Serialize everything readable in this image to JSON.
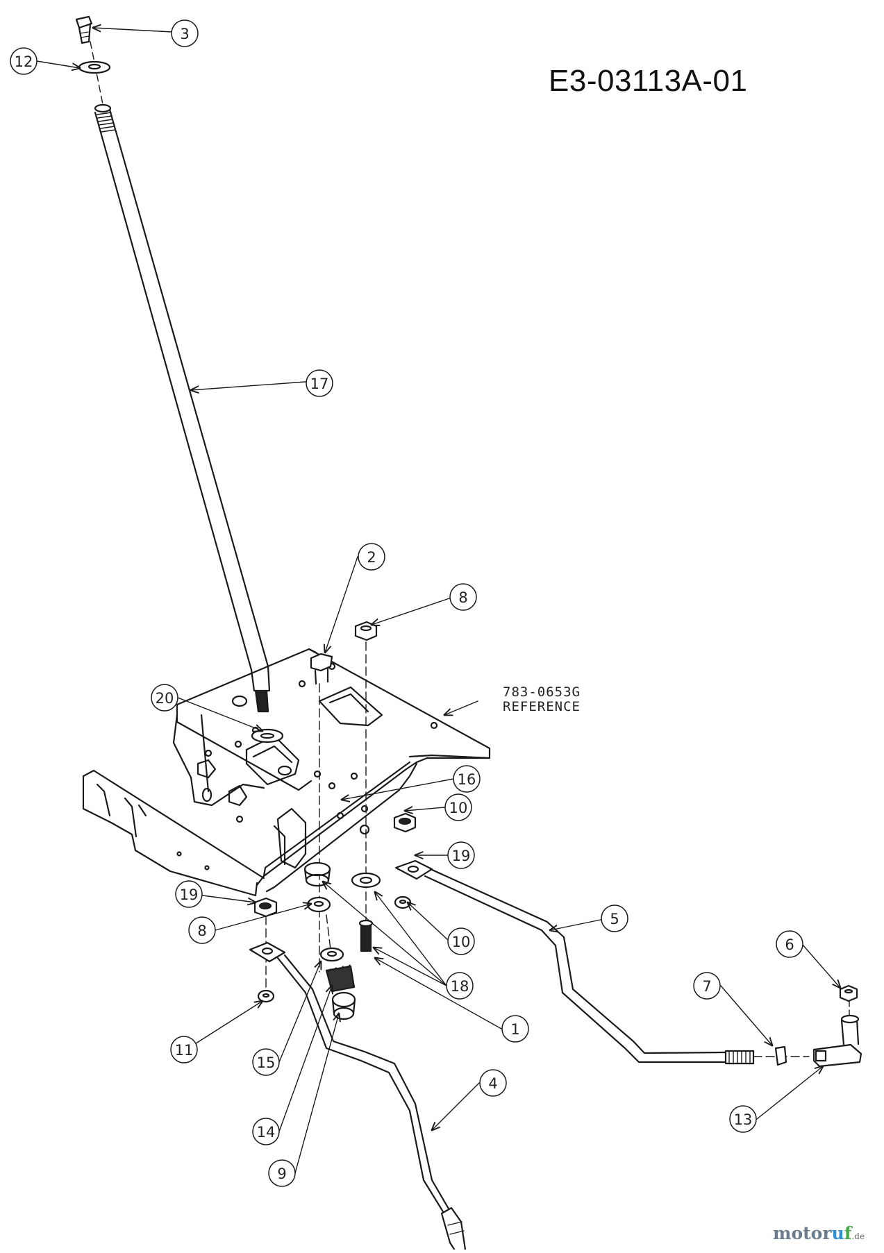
{
  "diagram": {
    "code": "E3-03113A-01",
    "reference": {
      "line1": "783-0653G",
      "line2": "REFERENCE"
    },
    "watermark": {
      "part1": "motor",
      "p1": "u",
      "p2": "f",
      "tld": ".de"
    },
    "callouts": [
      "1",
      "2",
      "3",
      "4",
      "5",
      "6",
      "7",
      "8",
      "8",
      "9",
      "10",
      "10",
      "11",
      "12",
      "13",
      "14",
      "15",
      "16",
      "17",
      "18",
      "19",
      "19",
      "20"
    ]
  }
}
